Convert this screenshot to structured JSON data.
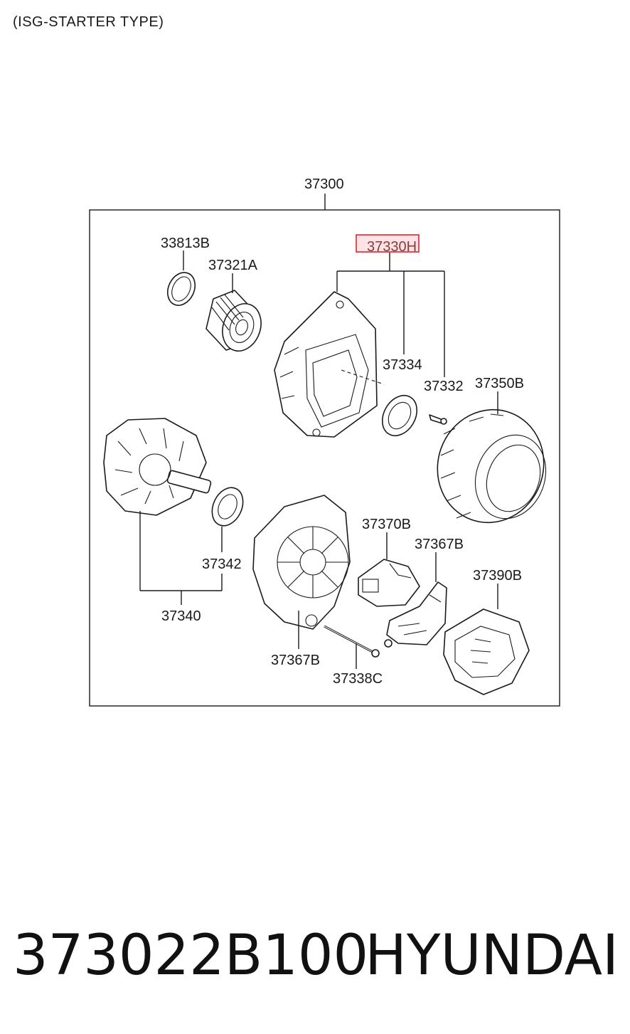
{
  "caption": "(ISG-STARTER TYPE)",
  "assembly": {
    "label": "37300",
    "highlight_color": "#e0242a",
    "highlight_fill": "#fde3e6"
  },
  "parts": {
    "p33813B": "33813B",
    "p37321A": "37321A",
    "p37330H": "37330H",
    "p37334": "37334",
    "p37332": "37332",
    "p37350B": "37350B",
    "p37342": "37342",
    "p37340": "37340",
    "p37370B": "37370B",
    "p37367B_upper": "37367B",
    "p37390B": "37390B",
    "p37367B_lower": "37367B",
    "p37338C": "37338C"
  },
  "footer": {
    "part_number": "373022B100",
    "brand": "HYUNDAI"
  }
}
